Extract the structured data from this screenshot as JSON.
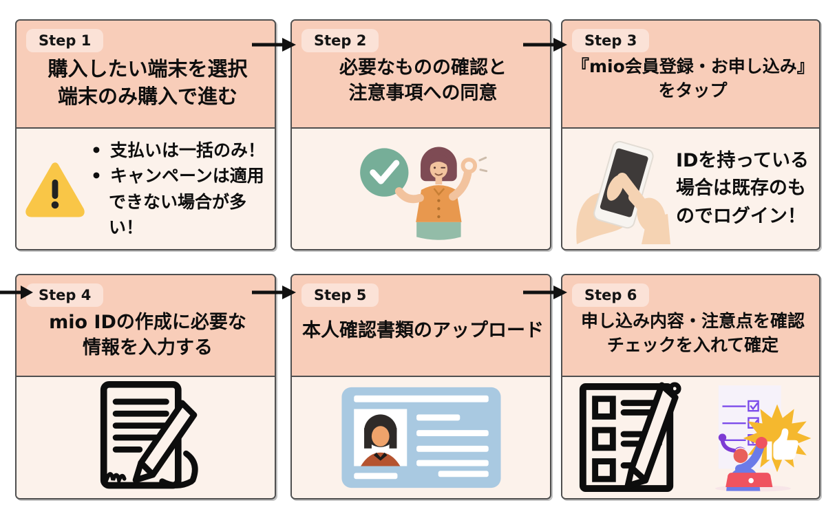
{
  "colors": {
    "page_background": "#ffffff",
    "card_border": "#4f4f4f",
    "header_bg": "#f8cdb9",
    "badge_bg": "#fbe2d7",
    "body_bg": "#fcf2eb",
    "arrow": "#111111",
    "warning_yellow": "#f9c647",
    "check_green": "#76ae98",
    "id_card_blue": "#a9c9e1",
    "starburst_yellow": "#f5b82e"
  },
  "icons": [
    "right-arrow-icon",
    "warning-triangle-icon",
    "woman-ok-check-illustration",
    "hand-tapping-phone-illustration",
    "signing-document-icon",
    "id-card-illustration",
    "checklist-pen-icon",
    "person-checklist-thumbsup-illustration"
  ],
  "steps": [
    {
      "badge": "Step 1",
      "title_lines": [
        "購入したい端末を選択",
        "端末のみ購入で進む"
      ],
      "body": {
        "icon": "warning-triangle-icon",
        "bullets": [
          "支払いは一括のみ！",
          "キャンペーンは適用できない場合が多い！"
        ]
      }
    },
    {
      "badge": "Step 2",
      "title_lines": [
        "必要なものの確認と",
        "注意事項への同意"
      ],
      "body": {
        "icon": "woman-ok-check-illustration"
      }
    },
    {
      "badge": "Step 3",
      "title_lines": [
        "『mio会員登録・お申し込み』",
        "をタップ"
      ],
      "body": {
        "icon": "hand-tapping-phone-illustration",
        "note_lines": [
          "IDを持っている",
          "場合は既存のも",
          "のでログイン！"
        ]
      }
    },
    {
      "badge": "Step 4",
      "title_lines": [
        "mio IDの作成に必要な",
        "情報を入力する"
      ],
      "body": {
        "icon": "signing-document-icon"
      }
    },
    {
      "badge": "Step 5",
      "title_lines": [
        "本人確認書類のアップロード"
      ],
      "body": {
        "icon": "id-card-illustration"
      }
    },
    {
      "badge": "Step 6",
      "title_lines": [
        "申し込み内容・注意点を確認",
        "チェックを入れて確定"
      ],
      "body": {
        "icons": [
          "checklist-pen-icon",
          "person-checklist-thumbsup-illustration"
        ]
      }
    }
  ]
}
